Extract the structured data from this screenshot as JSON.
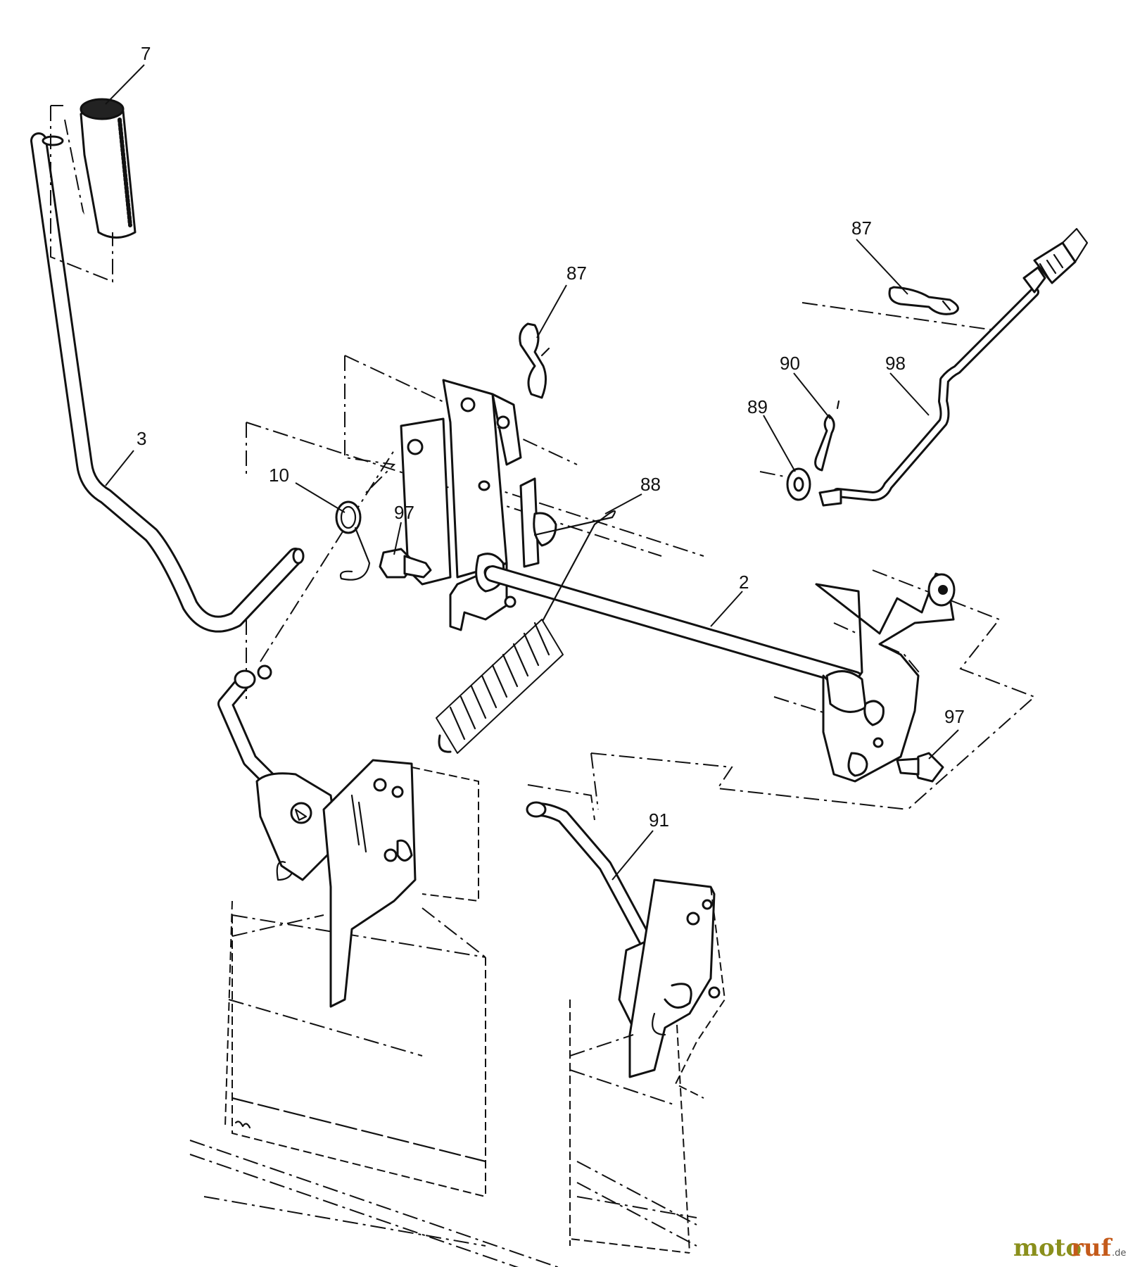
{
  "diagram": {
    "callouts": {
      "c7": "7",
      "c3": "3",
      "c87a": "87",
      "c87b": "87",
      "c10": "10",
      "c97a": "97",
      "c88": "88",
      "c90": "90",
      "c98": "98",
      "c89": "89",
      "c2": "2",
      "c97b": "97",
      "c91": "91"
    }
  },
  "watermark": {
    "part1": "moto",
    "part2": "ruf",
    "suffix": ".de"
  }
}
